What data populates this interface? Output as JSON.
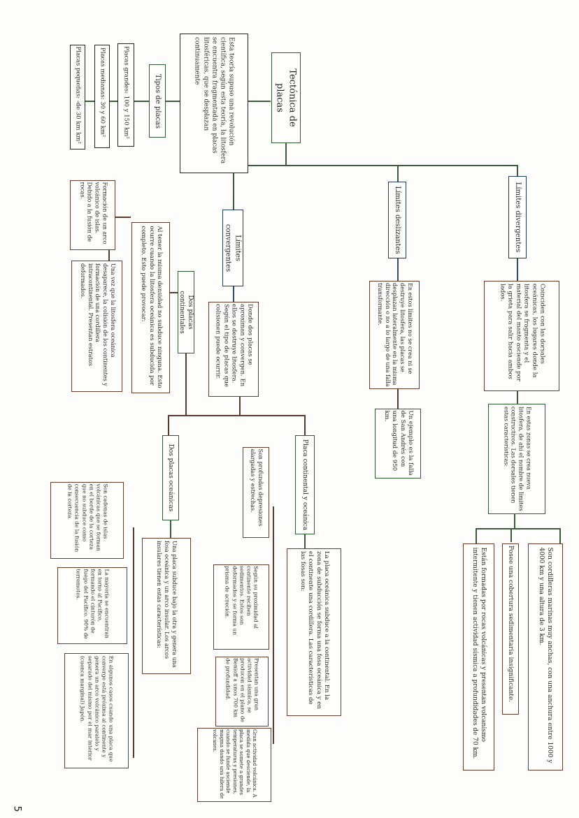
{
  "diagram": {
    "title": "Tectónica de placas",
    "intro": "Esta teoría supuso una revolución científica, según esta teoría, la litosfera se encuentra fragmentada en placas litosféricas, que se desplazan continuamente",
    "plate_types": {
      "label": "Tipos de placas",
      "items": [
        "Placas grandes: 100 y 150 km²",
        "Placas medianas: 30 y 60 km²",
        "Placas pequeñas: -de 30 km km²"
      ]
    },
    "divergent": {
      "label": "Límites divergentes",
      "desc": "Coinciden con las dorsales oceánicas, los lugares donde la litosfera se fragmenta y el material del manto asciende por la grieta para salir hacia ambos lados.",
      "desc2": "En estas zonas se crea nueva litosfera, de ahí el nombre de límites constructivos. Las dorsales tienen estas características:",
      "features": [
        "Son cordilleras marinas muy anchas, con una anchura entre 1000 y 4000 km y una altura de 3 km.",
        "Posee una cobertura sedimentaria insignificante.",
        "Están formadas por rocas volcánicas y presentan volcanismo intermitente y tienen actividad sísmica a profundidades de 70 km."
      ]
    },
    "transform": {
      "label": "Límites deslizantes",
      "desc": "En estos límites no se crea ni se destruye litosfera, las placas se desplazan lateralmente en la misma dirección o no a lo largo de una falla transformante.",
      "example": "Un ejemplo es la falla de San Andrés con una longitud de 950 km."
    },
    "convergent": {
      "label": "Límites convergentes",
      "desc": "Donde dos placas se aproximan y convergen. En ellos se destruye litosfera. Según el tipo de placas que colisionen puede ocurrir.",
      "continental": {
        "label": "Dos placas continentales",
        "desc": "Al tener la misma densidad no subduce ninguna. Esto ocurre cuando la litosfera oceánica es subducida por completo. Esto puede provocar:",
        "items": [
          "Formación de un arco volcánico de islas. Debido a la fusión de rocas.",
          "Una vez que la litosfera oceánica desaparece, la colisión de los continentes y formación de una cordillera intracontinental. Presentan estratos deformados."
        ]
      },
      "oceanic": {
        "label": "Dos placas oceánicas",
        "desc": "Una placa subduce bajo la otra y genera una fosa oceánica y un arco insular. Los arcos insulares tienen estas características:",
        "items": [
          "Son cadenas de islas volcánicas que se forman en el borde de la corteza que no subduce como consecuencia de la fusión de la corteza.",
          "La mayoría se encuentran en torno al Pacífico, formando el cinturón de fuego del Pacífico. 90% de terremotos.",
          "En algunos casos cuando una placa que converge está próxima al continente y genera un arco volcánico paralelo y separado del mismo por el mar interior (cuenca marginal) Japón."
        ]
      },
      "cont_oceanic": {
        "label": "Placa continental y oceánica",
        "desc": "La placa oceánica subduce a la continental. En la zona de subducción se forma una fosa oceánica y en el continente una cordillera. Las características de las fosas son:",
        "trench": "Son profundas depresiones alargadas y estrechas.",
        "items": [
          "Según su proximidad al continente reciben sedimentos. Estos son deformados y se forma un prisma de acreción.",
          "Presentan una gran actividad sísmica, se producen en el plano de Benioff a unos 700 km de profundidad.",
          "Gran actividad volcánica. A medida que desciende, la placa se somete a grandes temperaturas y presiones, cuando se funde asciende magma dando una hilera de volcanes."
        ]
      }
    },
    "page_number": "5"
  }
}
